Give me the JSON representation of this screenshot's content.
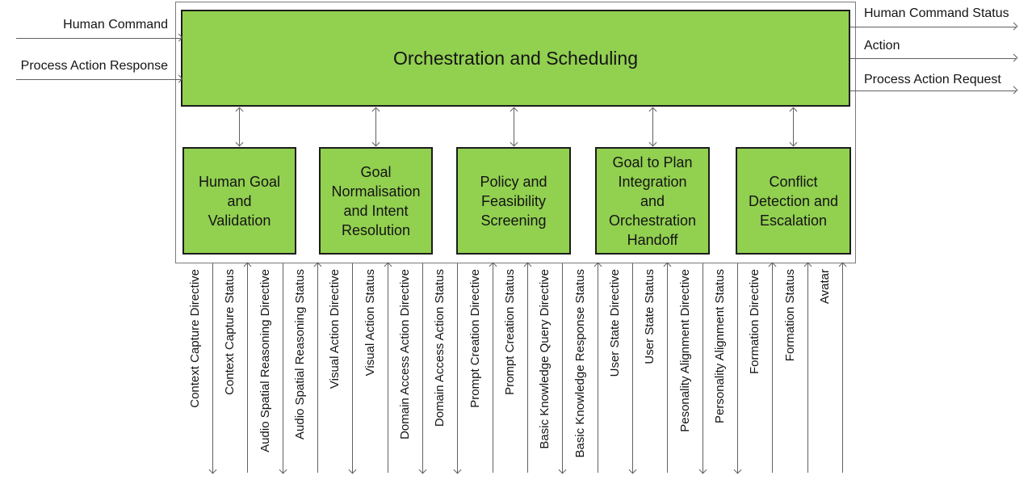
{
  "diagram": {
    "main_box": {
      "label": "Orchestration and Scheduling"
    },
    "left_inputs": [
      {
        "label": "Human Command"
      },
      {
        "label": "Process Action Response"
      }
    ],
    "right_outputs": [
      {
        "label": "Human Command Status"
      },
      {
        "label": "Action"
      },
      {
        "label": "Process Action Request"
      }
    ],
    "modules": [
      {
        "label": "Human Goal\nand\nValidation"
      },
      {
        "label": "Goal\nNormalisation\nand Intent\nResolution"
      },
      {
        "label": "Policy and\nFeasibility\nScreening"
      },
      {
        "label": "Goal to Plan\nIntegration\nand\nOrchestration\nHandoff"
      },
      {
        "label": "Conflict\nDetection and\nEscalation"
      }
    ],
    "bottom_channels": [
      {
        "label": "Context Capture Directive",
        "direction": "down"
      },
      {
        "label": "Context Capture Status",
        "direction": "up"
      },
      {
        "label": "Audio Spatial Reasoning Directive",
        "direction": "down"
      },
      {
        "label": "Audio Spatial Reasoning Status",
        "direction": "up"
      },
      {
        "label": "Visual Action Directive",
        "direction": "down"
      },
      {
        "label": "Visual Action Status",
        "direction": "up"
      },
      {
        "label": "Domain Access Action Directive",
        "direction": "down"
      },
      {
        "label": "Domain Access Action Status",
        "direction": "down"
      },
      {
        "label": "Prompt Creation Directive",
        "direction": "up"
      },
      {
        "label": "Prompt Creation Status",
        "direction": "up"
      },
      {
        "label": "Basic Knowledge Query Directive",
        "direction": "down"
      },
      {
        "label": "Basic Knowledge Response Status",
        "direction": "up"
      },
      {
        "label": "User State Directive",
        "direction": "down"
      },
      {
        "label": "User State Status",
        "direction": "up"
      },
      {
        "label": "Pesonality Alignment Directive",
        "direction": "down"
      },
      {
        "label": "Personality Alignment Status",
        "direction": "down"
      },
      {
        "label": "Formation Directive",
        "direction": "up"
      },
      {
        "label": "Formation Status",
        "direction": "up"
      },
      {
        "label": "Avatar",
        "direction": "up"
      }
    ],
    "colors": {
      "box_fill": "#92d050",
      "box_border": "#1c1c1c",
      "line": "#616161",
      "container_border": "#7a7a7a"
    }
  }
}
